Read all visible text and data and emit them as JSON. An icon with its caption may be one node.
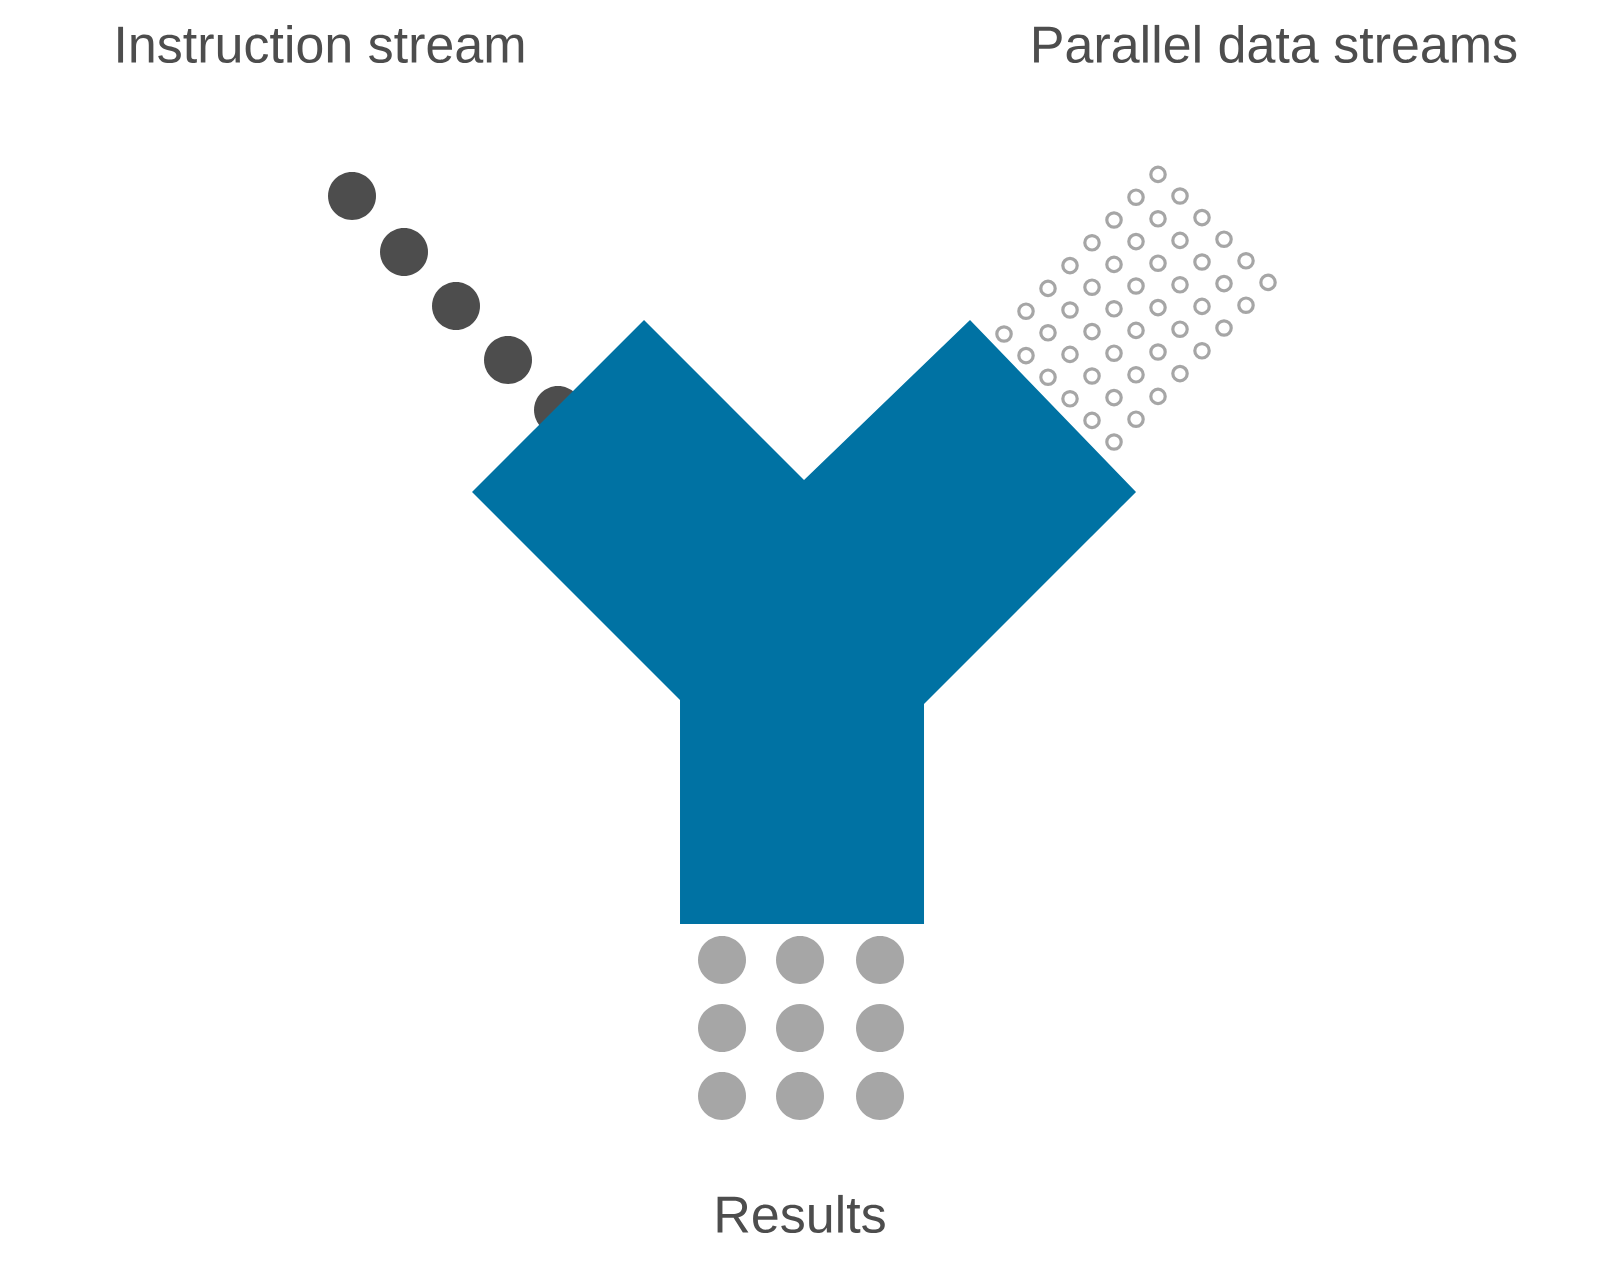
{
  "diagram": {
    "labels": [
      "Instruction stream",
      "Parallel data streams",
      "Results"
    ]
  }
}
